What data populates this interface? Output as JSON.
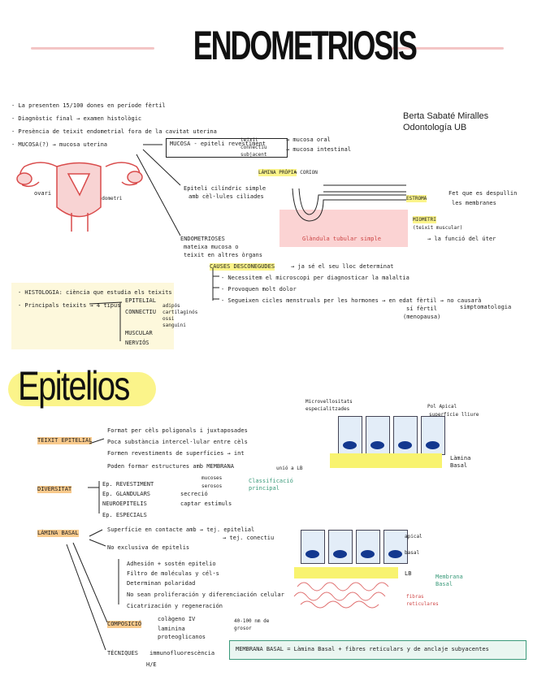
{
  "header": {
    "title": "ENDOMETRIOSIS",
    "author_name": "Berta Sabaté Miralles",
    "author_program": "Odontología UB"
  },
  "intro_notes": [
    "- La presenten 15/100 dones en període fèrtil",
    "- Diagnòstic final → examen histològic",
    "- Presència de teixit endometrial fora de la cavitat uterina",
    "- MUCOSA(?) → mucosa uterina"
  ],
  "mucosa_branch": {
    "mucosa_label": "MUCOSA - epiteli revestiment",
    "tissue_label": "teixit connectiu subjacent",
    "mucosa_oral": "→ mucosa oral",
    "mucosa_intestinal": "→ mucosa intestinal",
    "lamina_propria": "LÀMINA PRÒPIA",
    "corion": "= CORION"
  },
  "uterus_labels": {
    "ovary": "ovari",
    "endometrium": "endometri"
  },
  "epithelium_notes": {
    "line1": "Epiteli cilíndric simple",
    "line2": "amb cèl·lules ciliades",
    "tubular_gland": "Glàndula tubular simple",
    "stroma": "ESTROMA",
    "basal_label": "Fet que es despullin",
    "basal_label2": "les membranes",
    "miometri": "MIOMETRI",
    "miometri_note": "(teixit muscular)",
    "paret": "→ la funció del úter"
  },
  "endometrioses": {
    "line1": "ENDOMETRIOSES",
    "line2": "mateixa mucosa o",
    "line3": "teixit en altres òrgans",
    "causes": "CAUSES DESCONEGUDES",
    "causes_note": "→ ja sé el seu lloc determinat",
    "obs1": "- Necessitem el microscopi per diagnosticar la malaltia",
    "obs2": "- Provoquen molt dolor",
    "obs3": "- Segueixen cicles menstruals per les hormones → en edat fèrtil → no causarà",
    "obs4": "sí fèrtil",
    "obs5": "(menopausa)",
    "obs6": "simptomatologia"
  },
  "summary_box": {
    "line1": "- HISTOLOGIA: ciència que estudia els teixits",
    "line2": "- Principals teixits → 4 tipus",
    "branches": [
      "EPITELIAL",
      "CONNECTIU",
      "MUSCULAR",
      "NERVIÓS"
    ],
    "sub_connectiu": [
      "adipós",
      "cartilaginós",
      "ossi",
      "sanguini"
    ]
  },
  "epitelios": {
    "title": "Epitelios",
    "cell_labels_top": [
      "Microvellositats especialitzades",
      "Pol Apical",
      "superfície lliure"
    ],
    "basal_right_label": "Làmina Basal",
    "lb_left": "unió a LB",
    "teixit_epitelial_tag": "TEIXIT EPITELIAL",
    "teixit_lines": [
      "Format per cèls poligonals i juxtaposades",
      "Poca substància intercel·lular entre cèls",
      "Formen revestiments de superfícies → int",
      "Poden formar estructures amb MEMBRANA"
    ],
    "diversitat_tag": "DIVERSITAT",
    "diversitat_lines": [
      "Ep. REVESTIMENT",
      "Ep. GLANDULARS",
      "NEUROEPITELIS",
      "Ep. ESPECIALS"
    ],
    "diversitat_right": [
      "mucoses",
      "serosos",
      "secreció",
      "captar estímuls"
    ],
    "diversitat_green": "Classificació principal",
    "lamina_tag": "LÀMINA BASAL",
    "lamina_lines": [
      "Superfície en contacte amb → tej. epitelial",
      "→ tej. conectiu",
      "No exclusiva de epitelis",
      "Adhesión + sostén epitelio",
      "Filtro de moléculas y cél·s",
      "Determinan polaridad",
      "No sean proliferación y diferenciación celular",
      "Cicatrización y regeneración"
    ],
    "composicio_tag": "COMPOSICIÓ",
    "composicio_lines": [
      "colàgeno IV",
      "laminina",
      "proteoglicanos"
    ],
    "composicio_right": "40-100 nm de grosor",
    "tecnicas_tag": "TÈCNIQUES",
    "tecnicas_text": "immunofluorescència",
    "tecnicas_sub": "H/E",
    "green_box_text": "MEMBRANA BASAL = Làmina Basal + fibres reticulars y de anclaje subyacentes",
    "diagram2_right": [
      "apical",
      "basal"
    ],
    "diagram2_lb": "LB",
    "diagram2_green": "Membrana Basal",
    "diagram2_red": "fibras reticulares"
  },
  "colors": {
    "pink_line": "#f3c5c5",
    "yellow": "#fbf48a",
    "orange": "#f8c98b",
    "green": "#3a9a7a",
    "navy": "#13388f"
  }
}
